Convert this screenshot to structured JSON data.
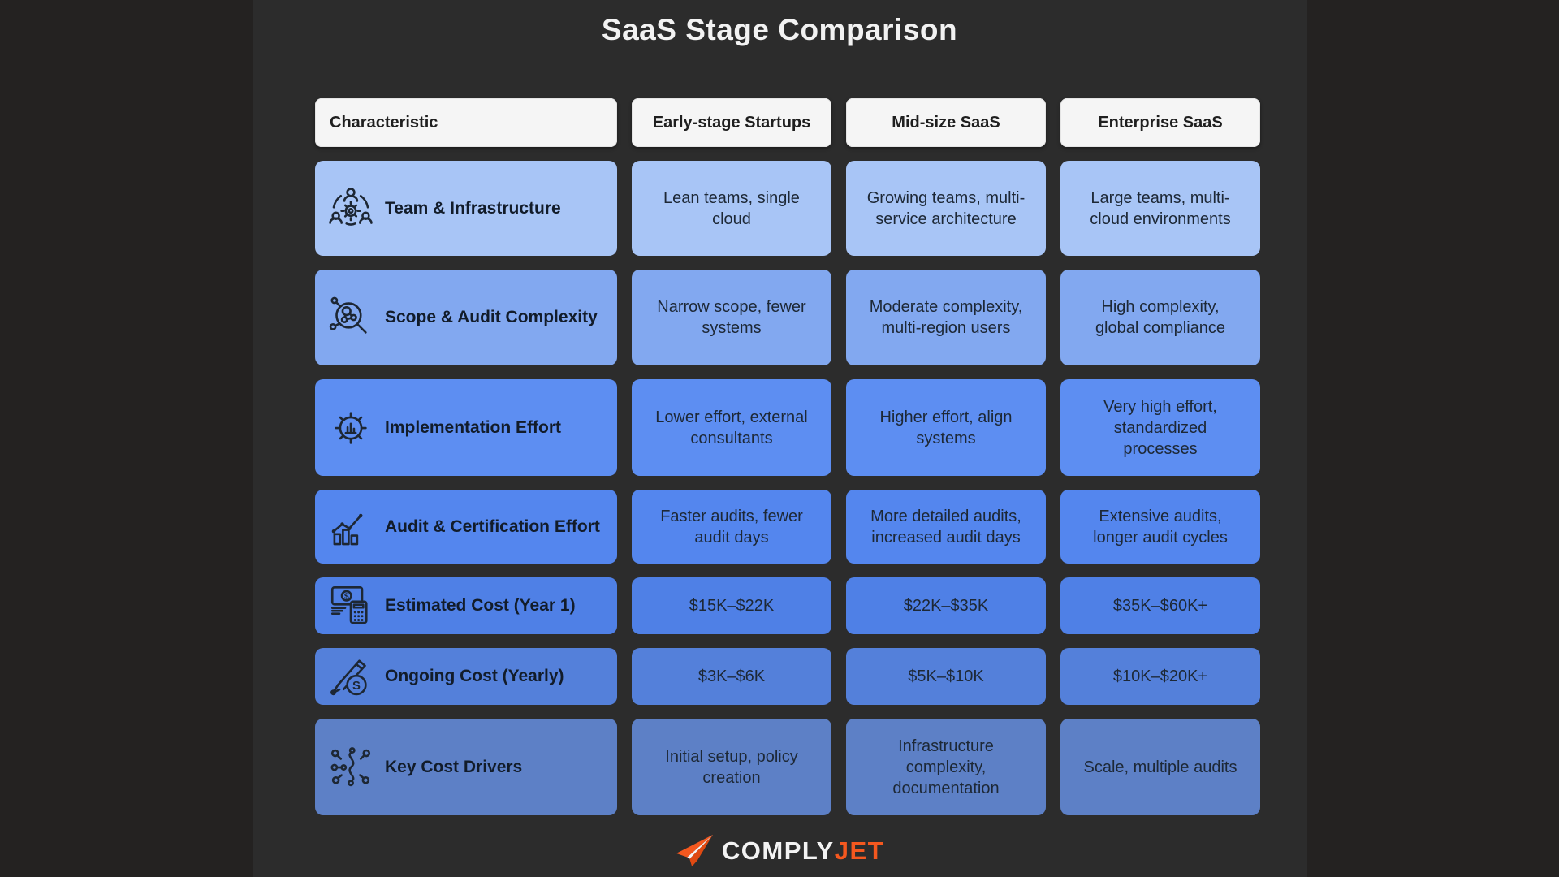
{
  "title": "SaaS Stage Comparison",
  "chart_data": {
    "type": "table",
    "title": "SaaS Stage Comparison",
    "columns": [
      "Characteristic",
      "Early-stage Startups",
      "Mid-size SaaS",
      "Enterprise SaaS"
    ],
    "rows": [
      {
        "label": "Team & Infrastructure",
        "icon": "team-gear-icon",
        "color": "#a8c5f6",
        "values": [
          "Lean teams, single cloud",
          "Growing teams, multi-service architecture",
          "Large teams, multi-cloud environments"
        ]
      },
      {
        "label": "Scope & Audit Complexity",
        "icon": "magnifier-molecule-icon",
        "color": "#82a8f0",
        "values": [
          "Narrow scope, fewer systems",
          "Moderate complexity, multi-region users",
          "High complexity, global compliance"
        ]
      },
      {
        "label": "Implementation Effort",
        "icon": "gear-bar-chart-icon",
        "color": "#5d8ef2",
        "values": [
          "Lower effort, external consultants",
          "Higher effort, align systems",
          "Very high effort, standardized processes"
        ]
      },
      {
        "label": "Audit & Certification Effort",
        "icon": "bar-line-chart-icon",
        "color": "#5486ee",
        "values": [
          "Faster audits, fewer audit days",
          "More detailed audits, increased audit days",
          "Extensive audits, longer audit cycles"
        ]
      },
      {
        "label": "Estimated Cost (Year 1)",
        "icon": "banknote-calculator-icon",
        "color": "#4f80e6",
        "values": [
          "$15K–$22K",
          "$22K–$35K",
          "$35K–$60K+"
        ]
      },
      {
        "label": "Ongoing Cost (Yearly)",
        "icon": "pen-coin-icon",
        "color": "#5480da",
        "values": [
          "$3K–$6K",
          "$5K–$10K",
          "$10K–$20K+"
        ]
      },
      {
        "label": "Key Cost Drivers",
        "icon": "network-nodes-icon",
        "color": "#5d80c6",
        "values": [
          "Initial setup, policy creation",
          "Infrastructure complexity, documentation",
          "Scale, multiple audits"
        ]
      }
    ],
    "layout_hints": {
      "header_bg": "#f5f5f5",
      "background": "#2c2c2c",
      "side_strip": "#242221",
      "text_dark": "#1d2836",
      "title_text": "#f2f2f2"
    }
  },
  "footer": {
    "logo_icon": "paper-plane-icon",
    "logo_text_primary": "COMPLY",
    "logo_text_accent": "JET",
    "brand_orange": "#f4581f"
  }
}
